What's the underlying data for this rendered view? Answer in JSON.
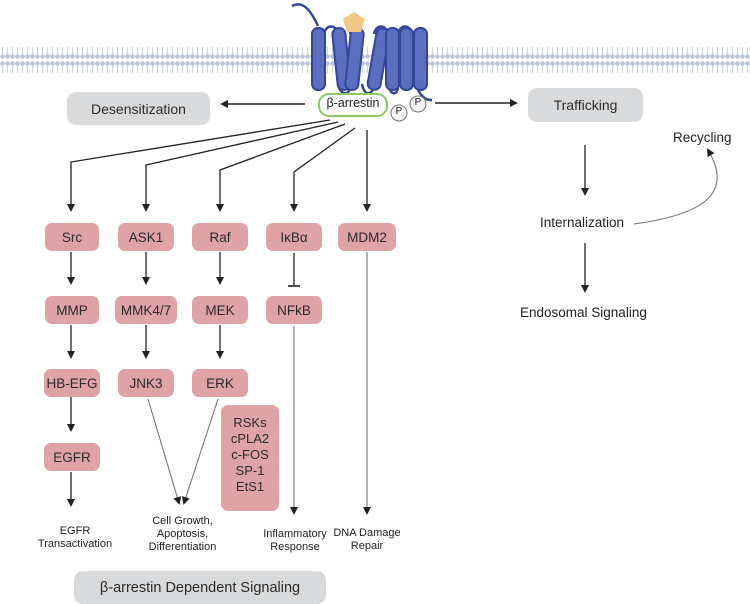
{
  "receptor": {
    "arrestin_label": "β-arrestin",
    "phospho_label": "P"
  },
  "branches": {
    "desensitization": "Desensitization",
    "trafficking": "Trafficking"
  },
  "trafficking": {
    "internalization": "Internalization",
    "recycling": "Recycling",
    "endosomal": "Endosomal Signaling"
  },
  "pathways": {
    "src": {
      "nodes": [
        "Src",
        "MMP",
        "HB-EFG",
        "EGFR"
      ],
      "outcome": [
        "EGFR",
        "Transactivation"
      ]
    },
    "ask1": {
      "nodes": [
        "ASK1",
        "MMK4/7",
        "JNK3"
      ]
    },
    "raf": {
      "nodes": [
        "Raf",
        "MEK",
        "ERK"
      ],
      "targets": [
        "RSKs",
        "cPLA2",
        "c-FOS",
        "SP-1",
        "EtS1"
      ]
    },
    "ikba": {
      "nodes": [
        "IκBα",
        "NFkB"
      ],
      "outcome": [
        "Inflammatory",
        "Response"
      ]
    },
    "mdm2": {
      "nodes": [
        "MDM2"
      ],
      "outcome": [
        "DNA Damage",
        "Repair"
      ]
    },
    "shared_outcome": [
      "Cell Growth,",
      "Apoptosis,",
      "Differentiation"
    ]
  },
  "footer": {
    "title": "β-arrestin Dependent Signaling"
  },
  "colors": {
    "membrane": "#b8c4d8",
    "receptor": "#5a6fbf",
    "receptor_outline": "#34469a",
    "ligand": "#f1c886",
    "arrestin": "#8fc766",
    "node": "#dfa3a6",
    "pill": "#d8dadc"
  }
}
